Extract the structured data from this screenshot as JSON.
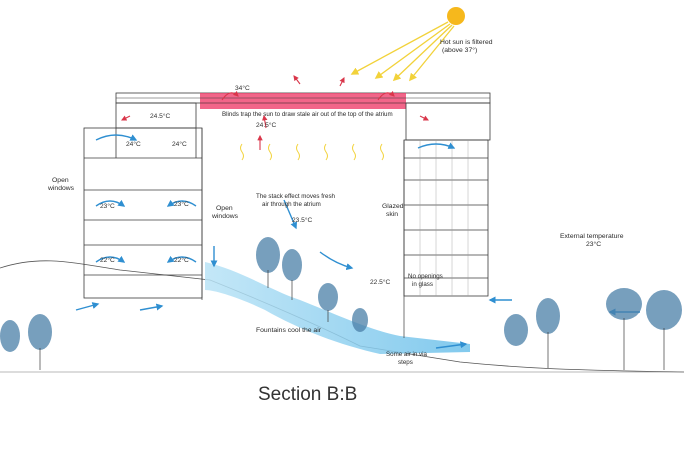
{
  "title": "Section B:B",
  "colors": {
    "sun": "#f6b81c",
    "sun_rays": "#f2d23a",
    "warm_air": "#d9364a",
    "roof_heat": "#ef3f6c",
    "cool_air": "#2f8fd1",
    "fountain_water": "#8fd0ef",
    "building_line": "#3b3b3b",
    "trees": "#4a7fa8"
  },
  "annotations": {
    "sun_note": [
      "Hot sun is filtered",
      "(above 37°)"
    ],
    "roof_temp": "34°C",
    "blinds_note": "Blinds trap the sun to draw stale air out of the top of the atrium",
    "upper_atrium_temp": "24.5°C",
    "stack_note": [
      "The stack effect moves fresh",
      "air through the atrium"
    ],
    "mid_atrium_temp": "23.5°C",
    "lower_atrium_temp": "22.5°C",
    "open_windows_left": [
      "Open",
      "windows"
    ],
    "open_windows_inner": [
      "Open",
      "windows"
    ],
    "glazed_skin": [
      "Glazed",
      "skin"
    ],
    "no_openings": [
      "No openings",
      "in glass"
    ],
    "external_temp": [
      "External temperature",
      "23°C"
    ],
    "fountains_note": "Fountains cool the air",
    "steps_note": [
      "Some air in via",
      "steps"
    ]
  },
  "floor_temps": {
    "top_floor": "24.5°C",
    "floor_2_left": "24°C",
    "floor_2_right": "24°C",
    "floor_3_left": "23°C",
    "floor_3_right": "23°C",
    "floor_4_left": "22°C",
    "floor_4_right": "22°C"
  }
}
